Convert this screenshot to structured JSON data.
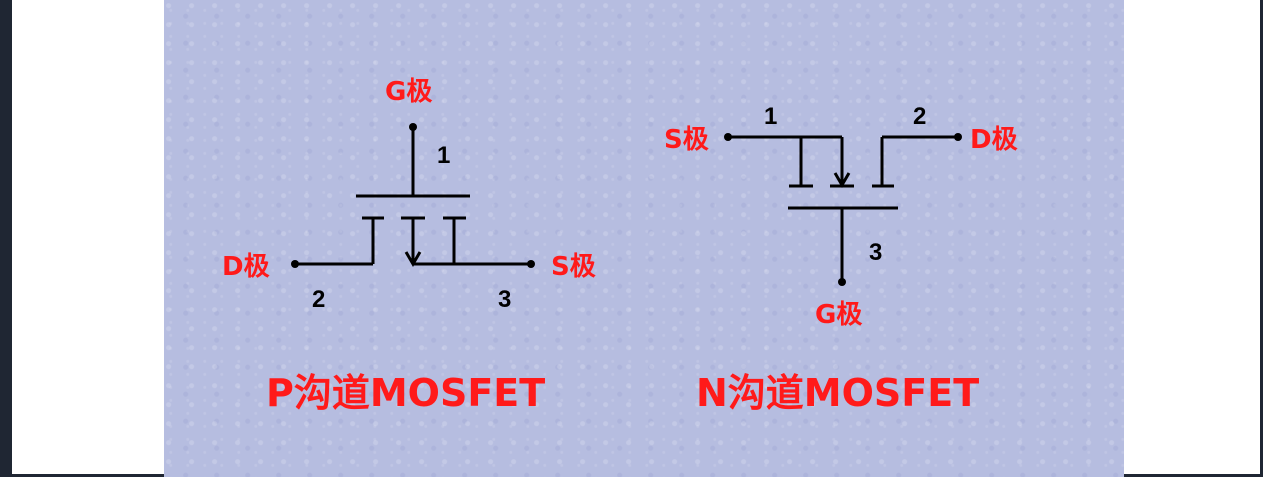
{
  "p_mosfet": {
    "gate_label": "G极",
    "drain_label": "D极",
    "source_label": "S极",
    "gate_pin": "1",
    "drain_pin": "2",
    "source_pin": "3",
    "title": "P沟道MOSFET"
  },
  "n_mosfet": {
    "gate_label": "G极",
    "drain_label": "D极",
    "source_label": "S极",
    "source_pin": "1",
    "drain_pin": "2",
    "gate_pin": "3",
    "title": "N沟道MOSFET"
  },
  "colors": {
    "label": "#ff1a1a",
    "slide_background": "#b6bde0",
    "frame": "#1f2633"
  }
}
